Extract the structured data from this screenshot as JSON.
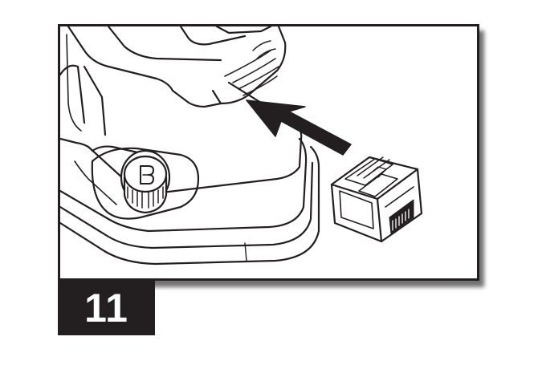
{
  "step": {
    "number": "11"
  },
  "illustration": {
    "subjects": [
      "appliance-base",
      "battery-slot",
      "water-tank-cap",
      "battery-pack",
      "insert-arrow"
    ],
    "colors": {
      "line": "#231f20",
      "fill": "#ffffff",
      "badge": "#231f20",
      "badge_text": "#ffffff"
    }
  }
}
